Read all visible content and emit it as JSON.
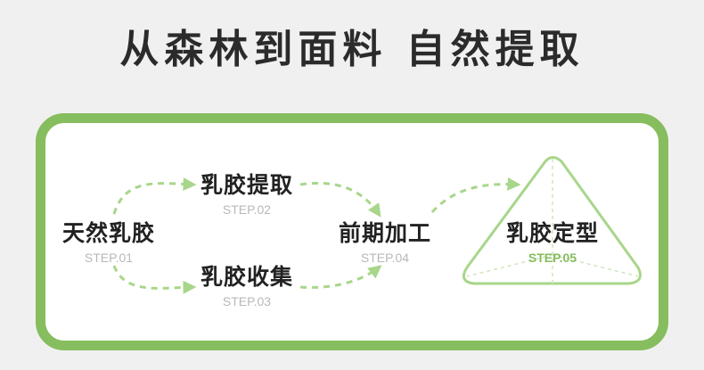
{
  "headline": "从森林到面料 自然提取",
  "colors": {
    "accent": "#86bd5e",
    "arrow": "#a8d68a",
    "step_muted": "#b8b8b8",
    "text": "#2b2b2b",
    "card_bg": "#ffffff",
    "page_bg": "#f0f0f0"
  },
  "steps": [
    {
      "label": "天然乳胶",
      "step": "STEP.01"
    },
    {
      "label": "乳胶提取",
      "step": "STEP.02"
    },
    {
      "label": "乳胶收集",
      "step": "STEP.03"
    },
    {
      "label": "前期加工",
      "step": "STEP.04"
    },
    {
      "label": "乳胶定型",
      "step": "STEP.05"
    }
  ],
  "icons": {
    "arrow": "dashed-arrow-icon",
    "triangle": "triangle-outline-icon"
  }
}
